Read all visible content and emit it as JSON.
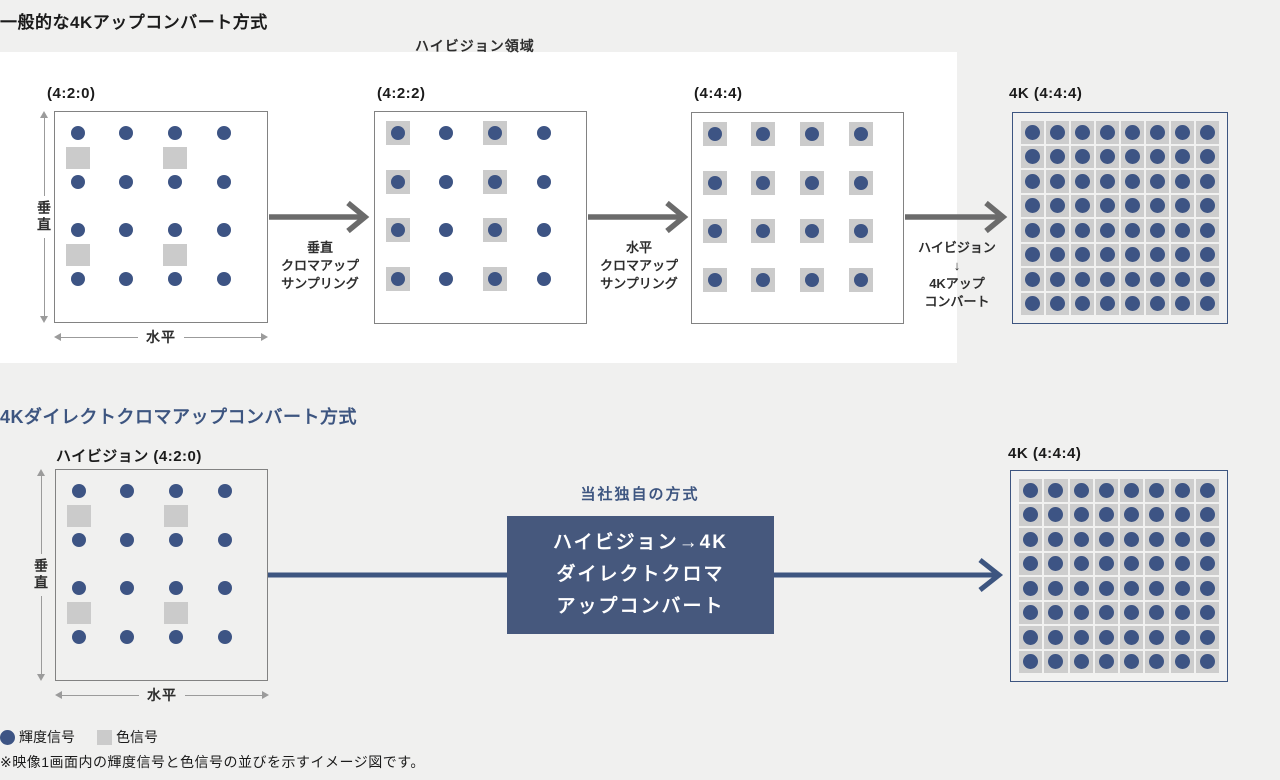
{
  "colors": {
    "background": "#f0f0ef",
    "band": "#ffffff",
    "luminance_dot": "#3d5484",
    "chroma_square": "#cbcbcb",
    "navy": "#3d5580",
    "method_box_fill": "#46587d",
    "cell_gray": "#cdcdcd",
    "arrow_gray": "#6b6b6b"
  },
  "section_common": {
    "title": "一般的な4Kアップコンバート方式",
    "region_label": "ハイビジョン領域",
    "grids": [
      {
        "label": "(4:2:0)",
        "pattern": "420"
      },
      {
        "label": "(4:2:2)",
        "pattern": "422"
      },
      {
        "label": "(4:4:4)",
        "pattern": "444"
      },
      {
        "label": "4K (4:4:4)",
        "pattern": "4k8x8"
      }
    ],
    "arrows": [
      {
        "lines": [
          "垂直",
          "クロマアップ",
          "サンプリング"
        ]
      },
      {
        "lines": [
          "水平",
          "クロマアップ",
          "サンプリング"
        ]
      },
      {
        "lines": [
          "ハイビジョン",
          "↓",
          "4Kアップ",
          "コンバート"
        ]
      }
    ],
    "axes": {
      "vertical": "垂直",
      "horizontal": "水平"
    }
  },
  "section_direct": {
    "title": "4Kダイレクトクロマアップコンバート方式",
    "grid": {
      "label": "ハイビジョン (4:2:0)",
      "pattern": "420"
    },
    "method_caption": "当社独自の方式",
    "method_box_lines": [
      "ハイビジョン→4K",
      "ダイレクトクロマ",
      "アップコンバート"
    ],
    "result_grid": {
      "label": "4K (4:4:4)",
      "pattern": "4k8x8"
    },
    "axes": {
      "vertical": "垂直",
      "horizontal": "水平"
    }
  },
  "legend": {
    "luminance": "輝度信号",
    "chroma": "色信号"
  },
  "footnote": "※映像1画面内の輝度信号と色信号の並びを示すイメージ図です。"
}
